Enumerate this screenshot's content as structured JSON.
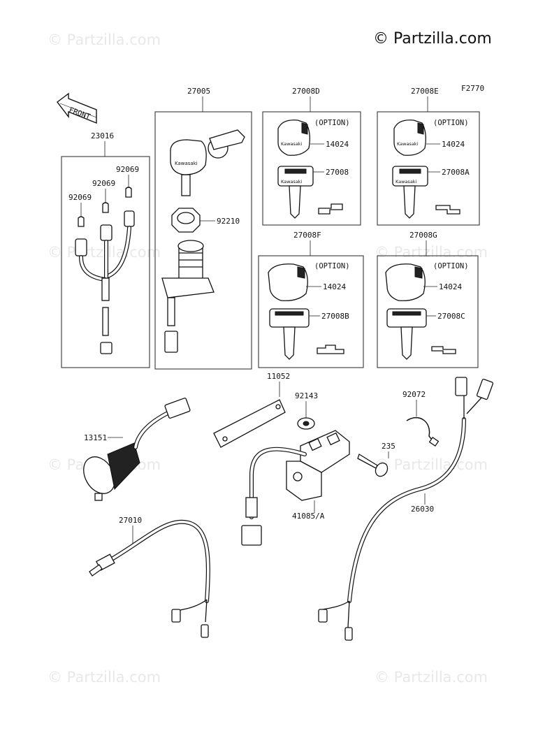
{
  "watermark": {
    "copyright": "© Partzilla.com",
    "faint": "© Partzilla.com"
  },
  "figure_code": "F2770",
  "front_arrow": "FRONT",
  "option_text": "(OPTION)",
  "keys": {
    "brand": "Kawasaki"
  },
  "groups": {
    "g23016": "23016",
    "g27005": "27005",
    "g27008D": "27008D",
    "g27008E": "27008E",
    "g27008F": "27008F",
    "g27008G": "27008G"
  },
  "labels": {
    "p92069a": "92069",
    "p92069b": "92069",
    "p92069c": "92069",
    "p92210": "92210",
    "p14024a": "14024",
    "p27008": "27008",
    "p14024b": "14024",
    "p27008A": "27008A",
    "p14024c": "14024",
    "p27008B": "27008B",
    "p14024d": "14024",
    "p27008C": "27008C",
    "p11052": "11052",
    "p92143": "92143",
    "p92072": "92072",
    "p13151": "13151",
    "p235": "235",
    "p41085": "41085/A",
    "p26030": "26030",
    "p27010": "27010"
  }
}
